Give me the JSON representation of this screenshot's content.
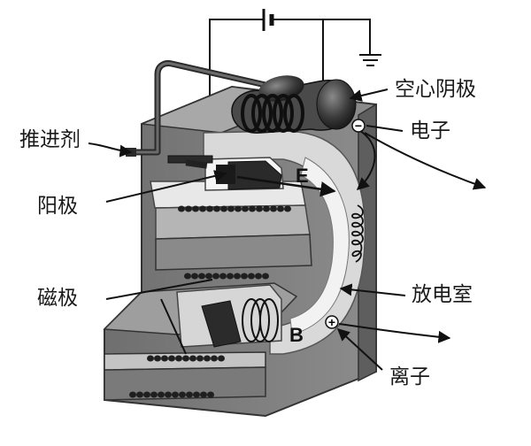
{
  "labels": {
    "hollow_cathode": "空心阴极",
    "electron": "电子",
    "propellant": "推进剂",
    "anode": "阳极",
    "magnetic_pole": "磁极",
    "discharge_chamber": "放电室",
    "ion": "离子",
    "electric_field": "E",
    "magnetic_field": "B",
    "electron_sign": "−",
    "ion_sign": "+"
  }
}
